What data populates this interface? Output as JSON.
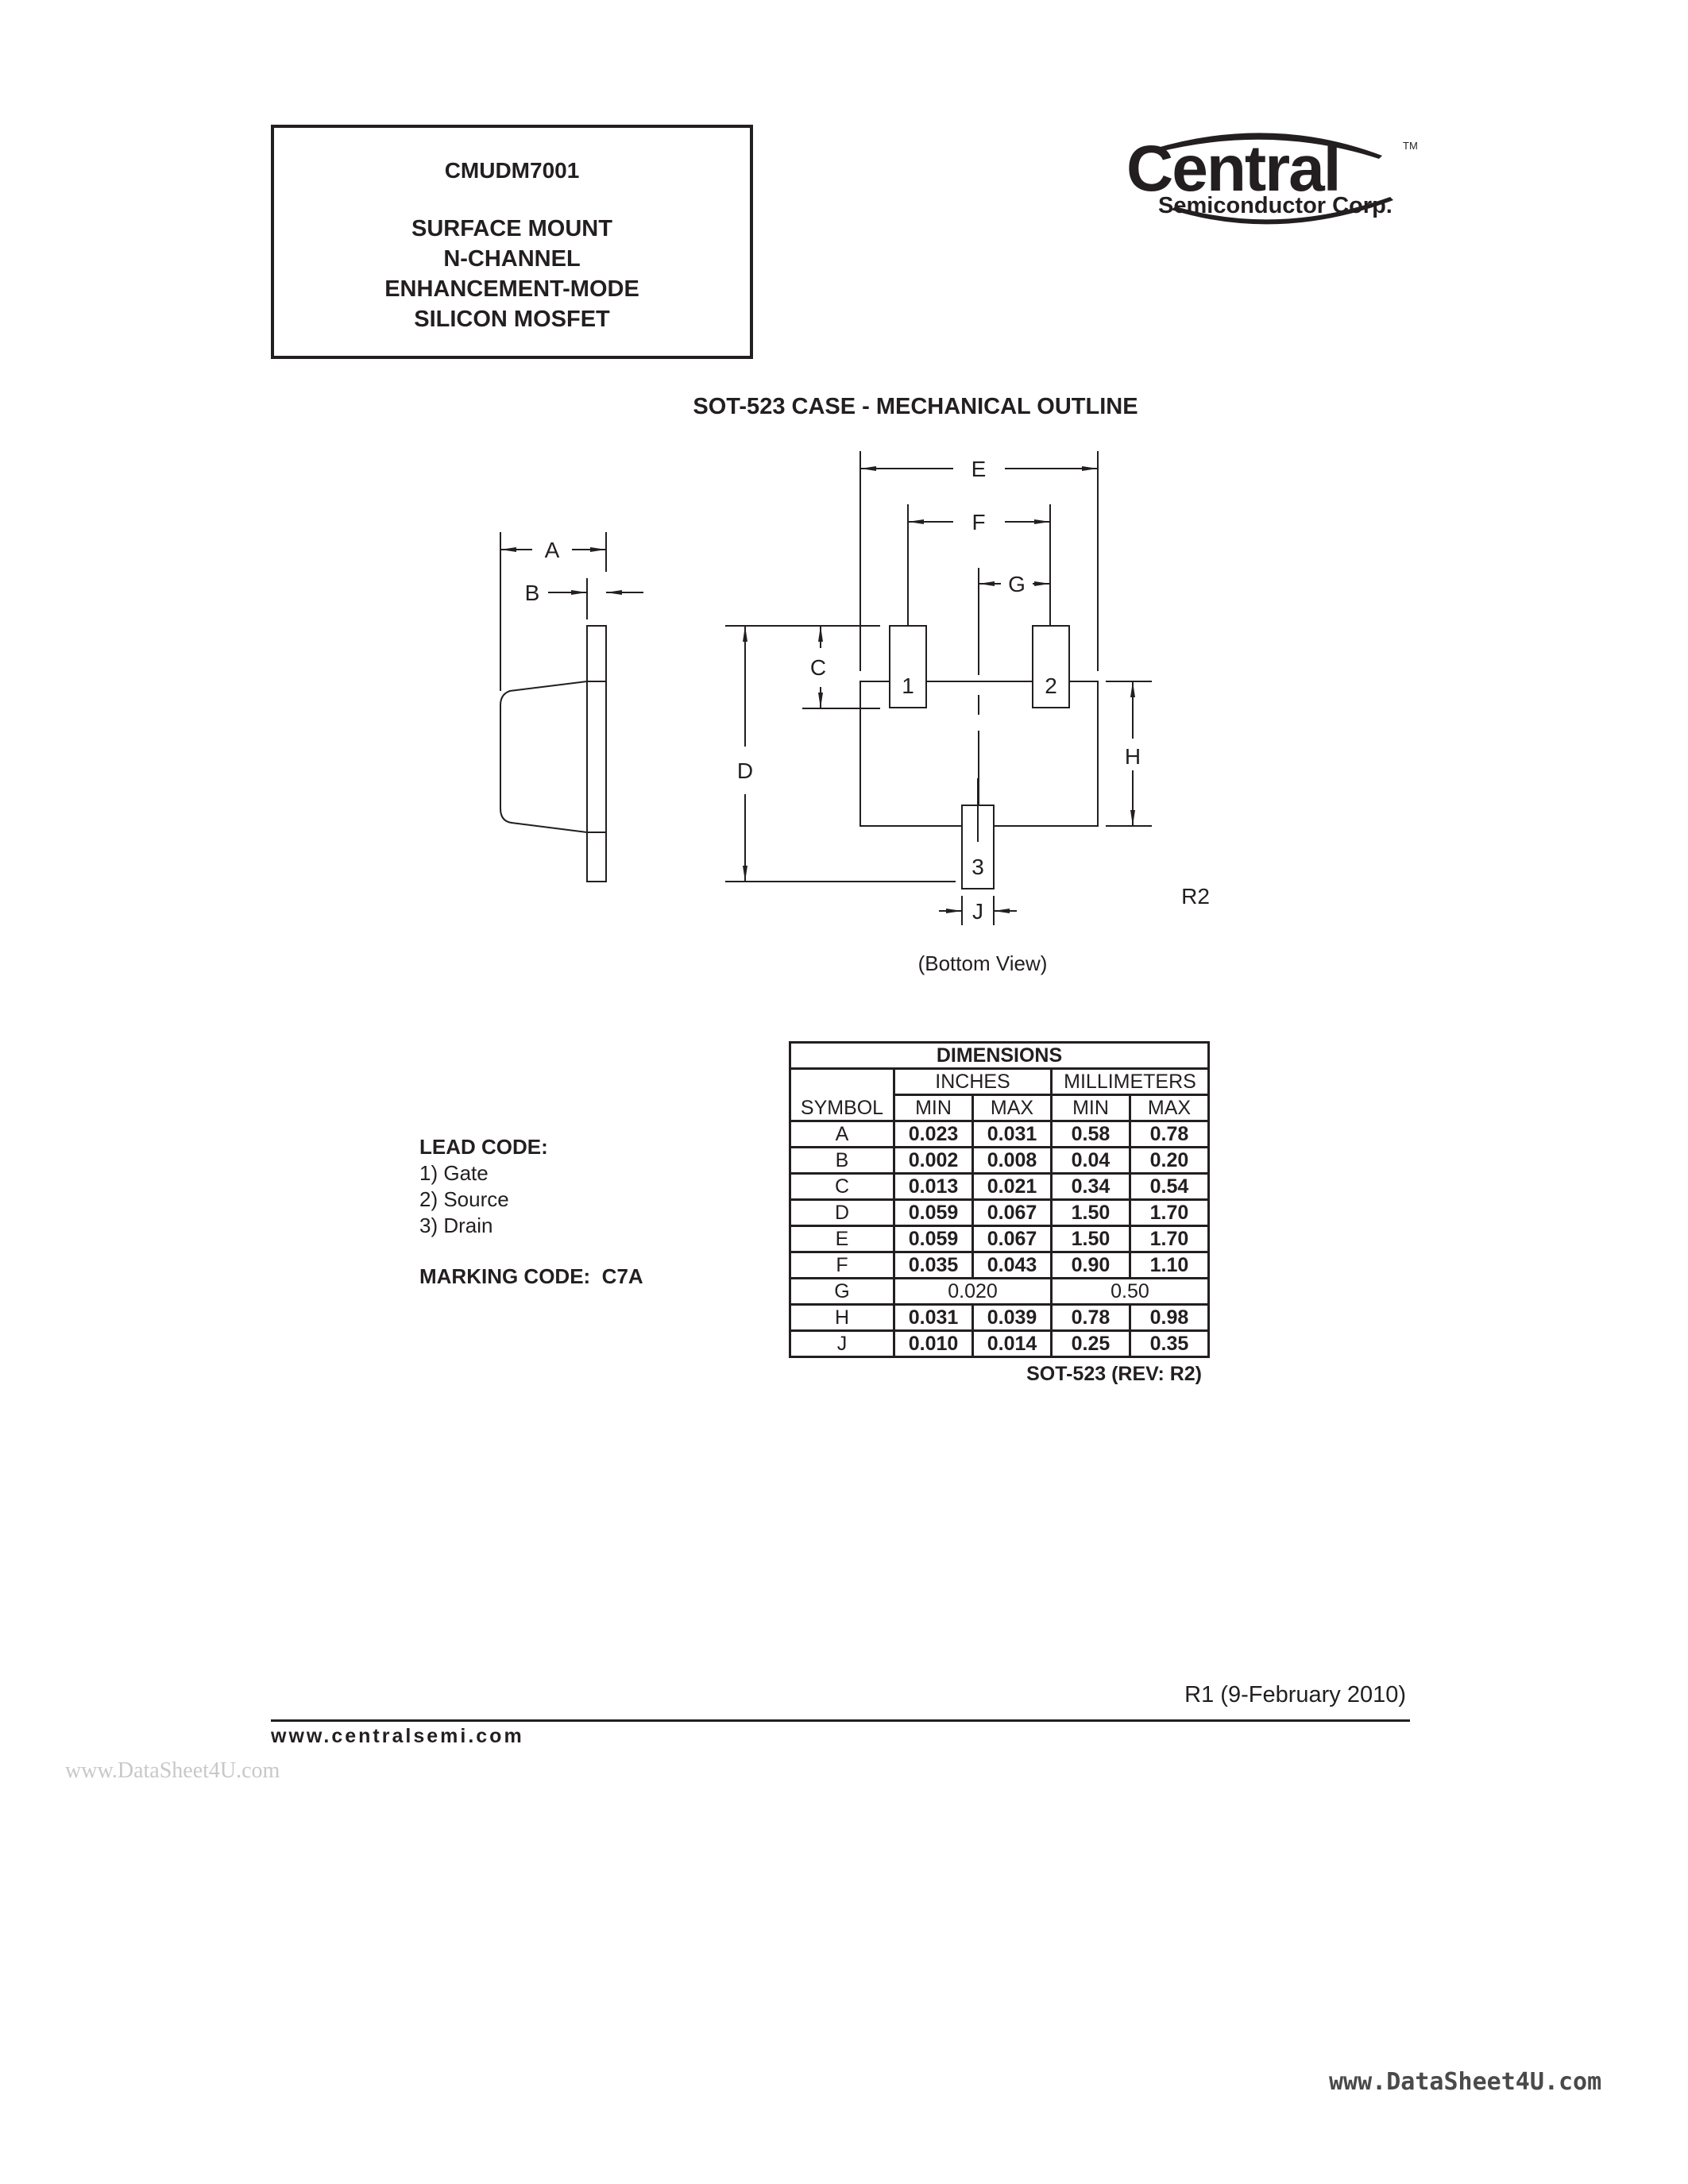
{
  "title_box": {
    "part_number": "CMUDM7001",
    "description_lines": [
      "SURFACE MOUNT",
      "N-CHANNEL",
      "ENHANCEMENT-MODE",
      "SILICON MOSFET"
    ]
  },
  "logo": {
    "wordmark": "Central",
    "tagline": "Semiconductor Corp.",
    "trademark": "TM"
  },
  "section_heading": "SOT-523 CASE - MECHANICAL OUTLINE",
  "diagram": {
    "labels": {
      "A": "A",
      "B": "B",
      "C": "C",
      "D": "D",
      "E": "E",
      "F": "F",
      "G": "G",
      "H": "H",
      "J": "J"
    },
    "pins": [
      "1",
      "2",
      "3"
    ],
    "view_caption": "(Bottom View)",
    "revision_mark": "R2"
  },
  "lead_code": {
    "heading": "LEAD CODE:",
    "items": [
      "1) Gate",
      "2) Source",
      "3) Drain"
    ]
  },
  "marking_code": {
    "label": "MARKING CODE:",
    "value": "C7A"
  },
  "dimensions_table": {
    "title": "DIMENSIONS",
    "group_headers": [
      "INCHES",
      "MILLIMETERS"
    ],
    "column_headers": [
      "SYMBOL",
      "MIN",
      "MAX",
      "MIN",
      "MAX"
    ],
    "rows": [
      {
        "symbol": "A",
        "in_min": "0.023",
        "in_max": "0.031",
        "mm_min": "0.58",
        "mm_max": "0.78"
      },
      {
        "symbol": "B",
        "in_min": "0.002",
        "in_max": "0.008",
        "mm_min": "0.04",
        "mm_max": "0.20"
      },
      {
        "symbol": "C",
        "in_min": "0.013",
        "in_max": "0.021",
        "mm_min": "0.34",
        "mm_max": "0.54"
      },
      {
        "symbol": "D",
        "in_min": "0.059",
        "in_max": "0.067",
        "mm_min": "1.50",
        "mm_max": "1.70"
      },
      {
        "symbol": "E",
        "in_min": "0.059",
        "in_max": "0.067",
        "mm_min": "1.50",
        "mm_max": "1.70"
      },
      {
        "symbol": "F",
        "in_min": "0.035",
        "in_max": "0.043",
        "mm_min": "0.90",
        "mm_max": "1.10"
      },
      {
        "symbol": "G",
        "in_nom": "0.020",
        "mm_nom": "0.50"
      },
      {
        "symbol": "H",
        "in_min": "0.031",
        "in_max": "0.039",
        "mm_min": "0.78",
        "mm_max": "0.98"
      },
      {
        "symbol": "J",
        "in_min": "0.010",
        "in_max": "0.014",
        "mm_min": "0.25",
        "mm_max": "0.35"
      }
    ],
    "note": "SOT-523 (REV: R2)"
  },
  "revision": "R1 (9-February 2010)",
  "footer": {
    "url": "www.centralsemi.com"
  },
  "watermarks": {
    "left": "www.DataSheet4U.com",
    "right": "www.DataSheet4U.com"
  }
}
